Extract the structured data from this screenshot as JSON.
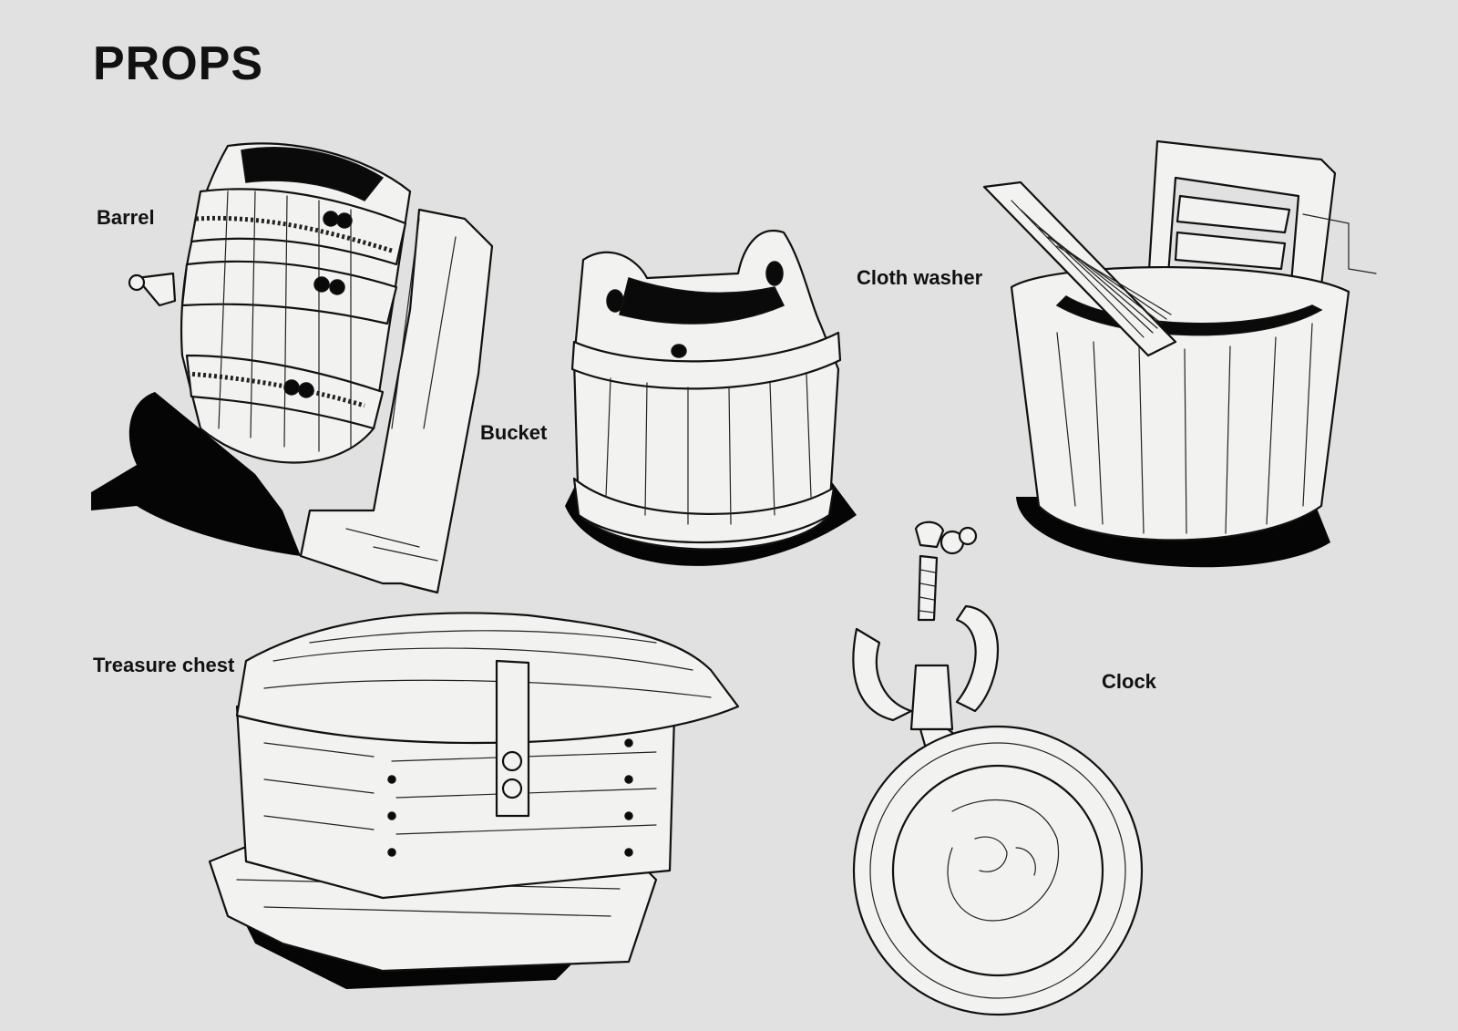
{
  "page": {
    "title": "PROPS",
    "background": "#e1e1e1"
  },
  "props": [
    {
      "key": "barrel",
      "label": "Barrel"
    },
    {
      "key": "bucket",
      "label": "Bucket"
    },
    {
      "key": "cloth_washer",
      "label": "Cloth washer"
    },
    {
      "key": "treasure_chest",
      "label": "Treasure chest"
    },
    {
      "key": "clock",
      "label": "Clock"
    }
  ]
}
